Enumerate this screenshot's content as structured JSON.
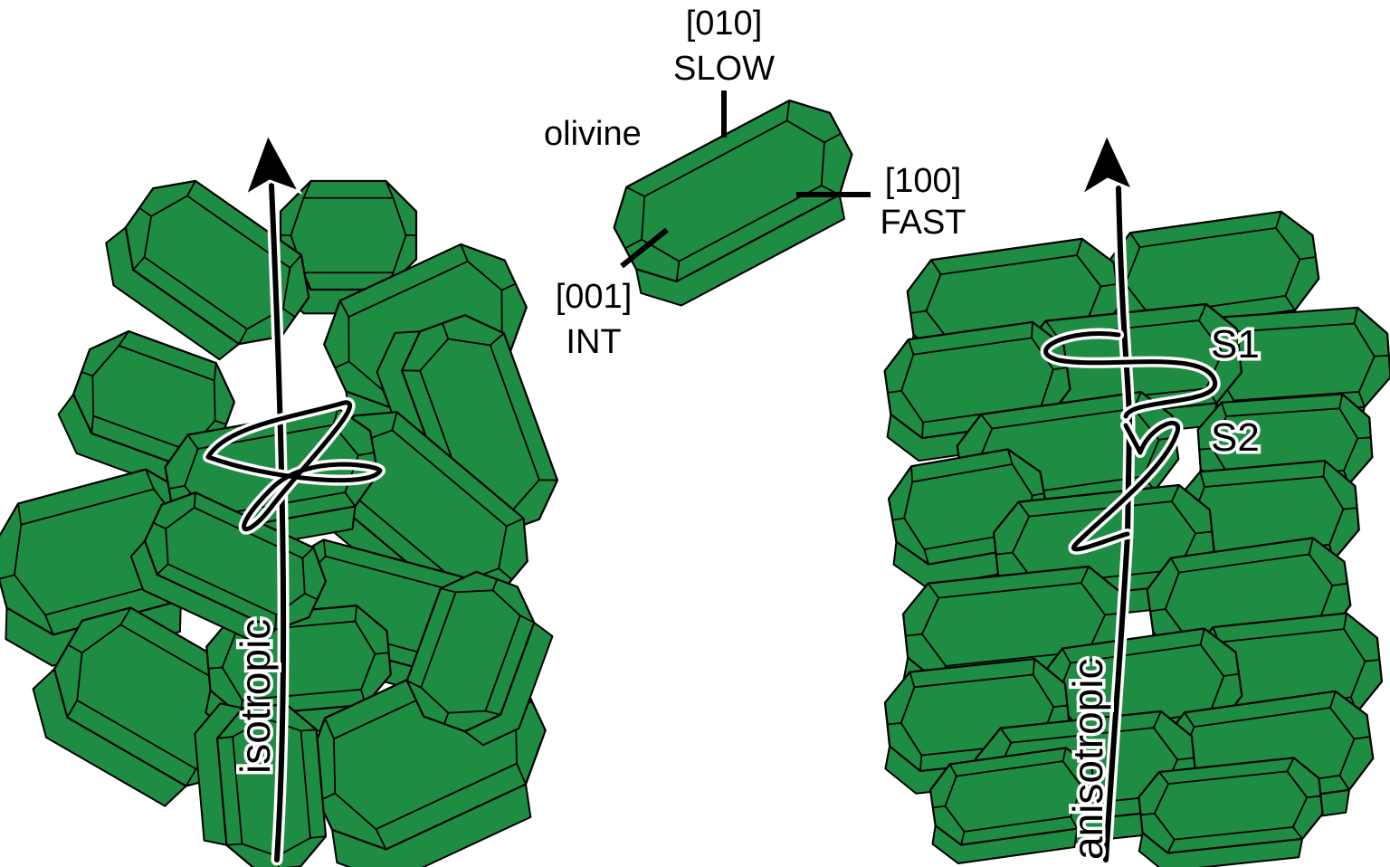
{
  "mineral_label": "olivine",
  "axes": {
    "slow": {
      "index": "[010]",
      "name": "SLOW"
    },
    "fast": {
      "index": "[100]",
      "name": "FAST"
    },
    "int": {
      "index": "[001]",
      "name": "INT"
    }
  },
  "left_panel": {
    "label": "isotropic"
  },
  "right_panel": {
    "label": "anisotropic",
    "wave1": "S1",
    "wave2": "S2"
  },
  "colors": {
    "crystal_fill": "#1f8c44",
    "crystal_edge": "#000000",
    "arrow": "#000000",
    "background": "#ffffff"
  }
}
